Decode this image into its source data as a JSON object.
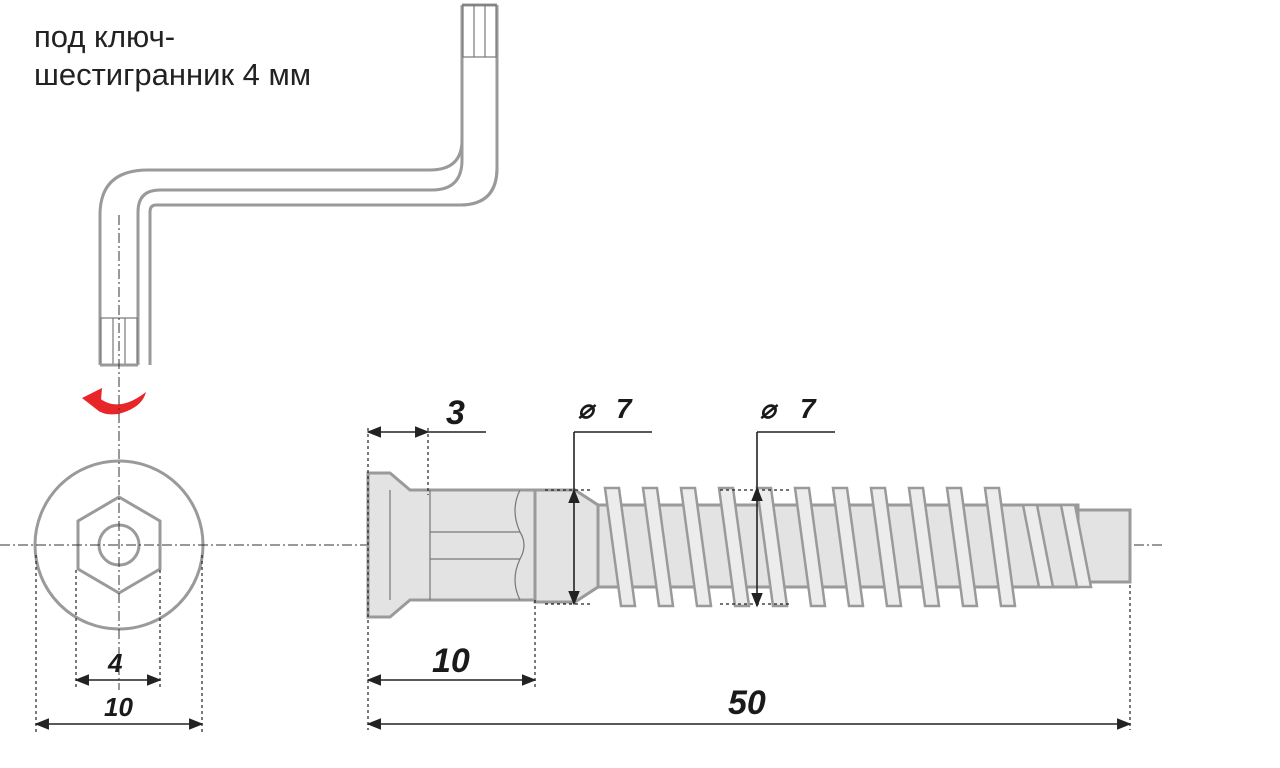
{
  "caption": {
    "line1": "под ключ-",
    "line2": "шестигранник 4 мм"
  },
  "dimensions": {
    "hex_size": "4",
    "head_diameter": "10",
    "head_depth": "3",
    "collar_length": "10",
    "total_length": "50",
    "diameter_symbol": "⌀",
    "diameter_collar": "7",
    "diameter_thread": "7"
  },
  "colors": {
    "rotation_arrow": "#e8262a",
    "outline": "#9a9a9a"
  },
  "icons": {
    "wrench": "hex-key-icon",
    "rotation": "rotation-arrow-icon"
  }
}
